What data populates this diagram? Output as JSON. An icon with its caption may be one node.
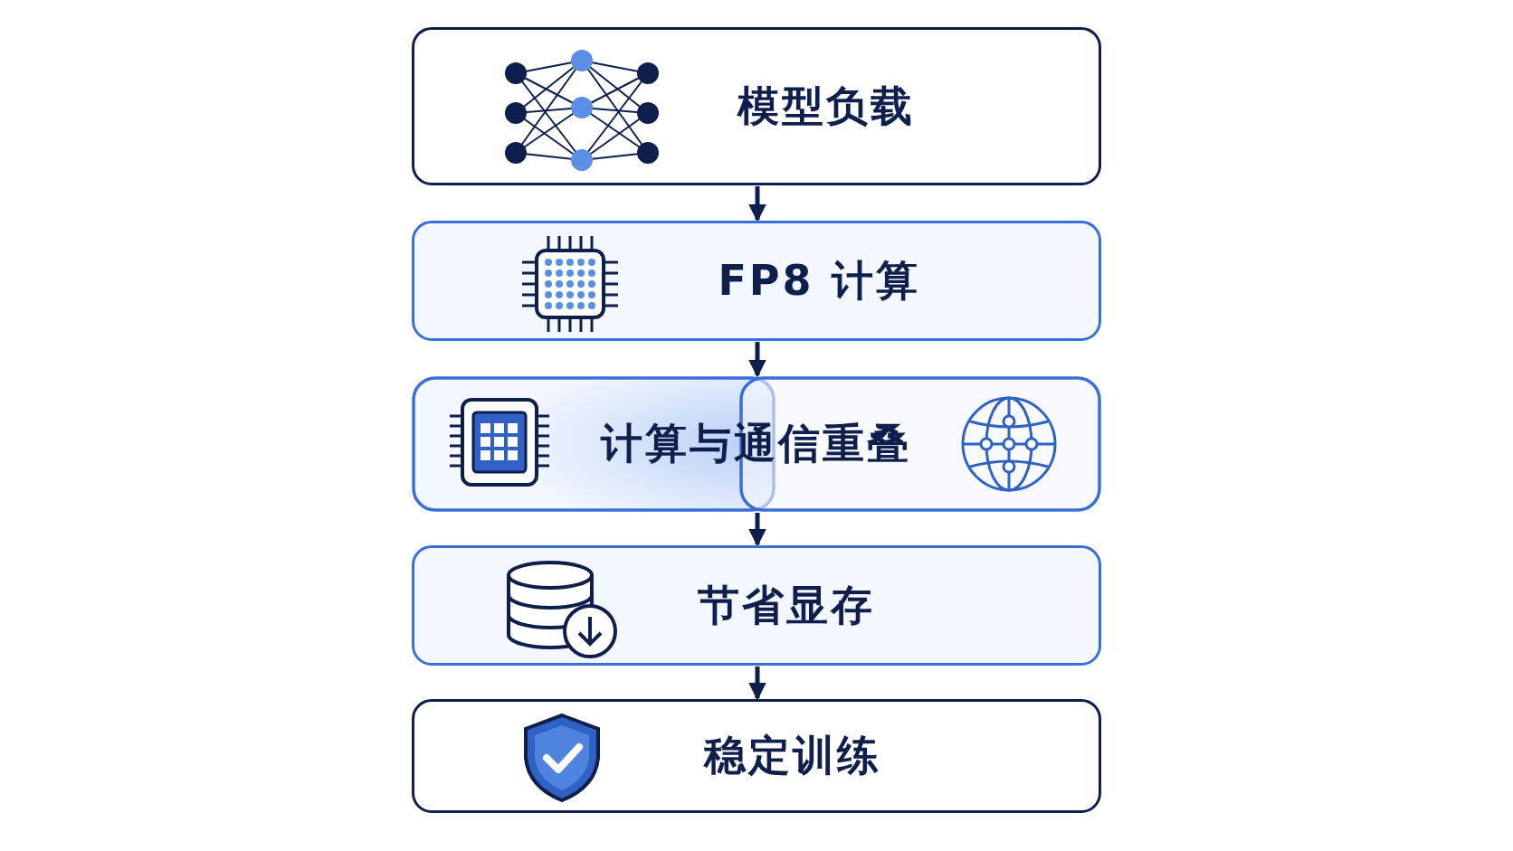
{
  "diagram": {
    "nodes": [
      {
        "text": [
          "模型负载"
        ]
      },
      {
        "text": [
          "FP8 计算"
        ]
      },
      {
        "text": [
          "计算与通信重叠"
        ]
      },
      {
        "text": [
          "节省显存"
        ]
      },
      {
        "text": [
          "稳定训练"
        ]
      }
    ],
    "edges": [
      {
        "from": 0,
        "to": 1,
        "arrow": "to"
      },
      {
        "from": 1,
        "to": 2,
        "arrow": "to"
      },
      {
        "from": 2,
        "to": 3,
        "arrow": "to"
      },
      {
        "from": 3,
        "to": 4,
        "arrow": "to"
      }
    ]
  }
}
